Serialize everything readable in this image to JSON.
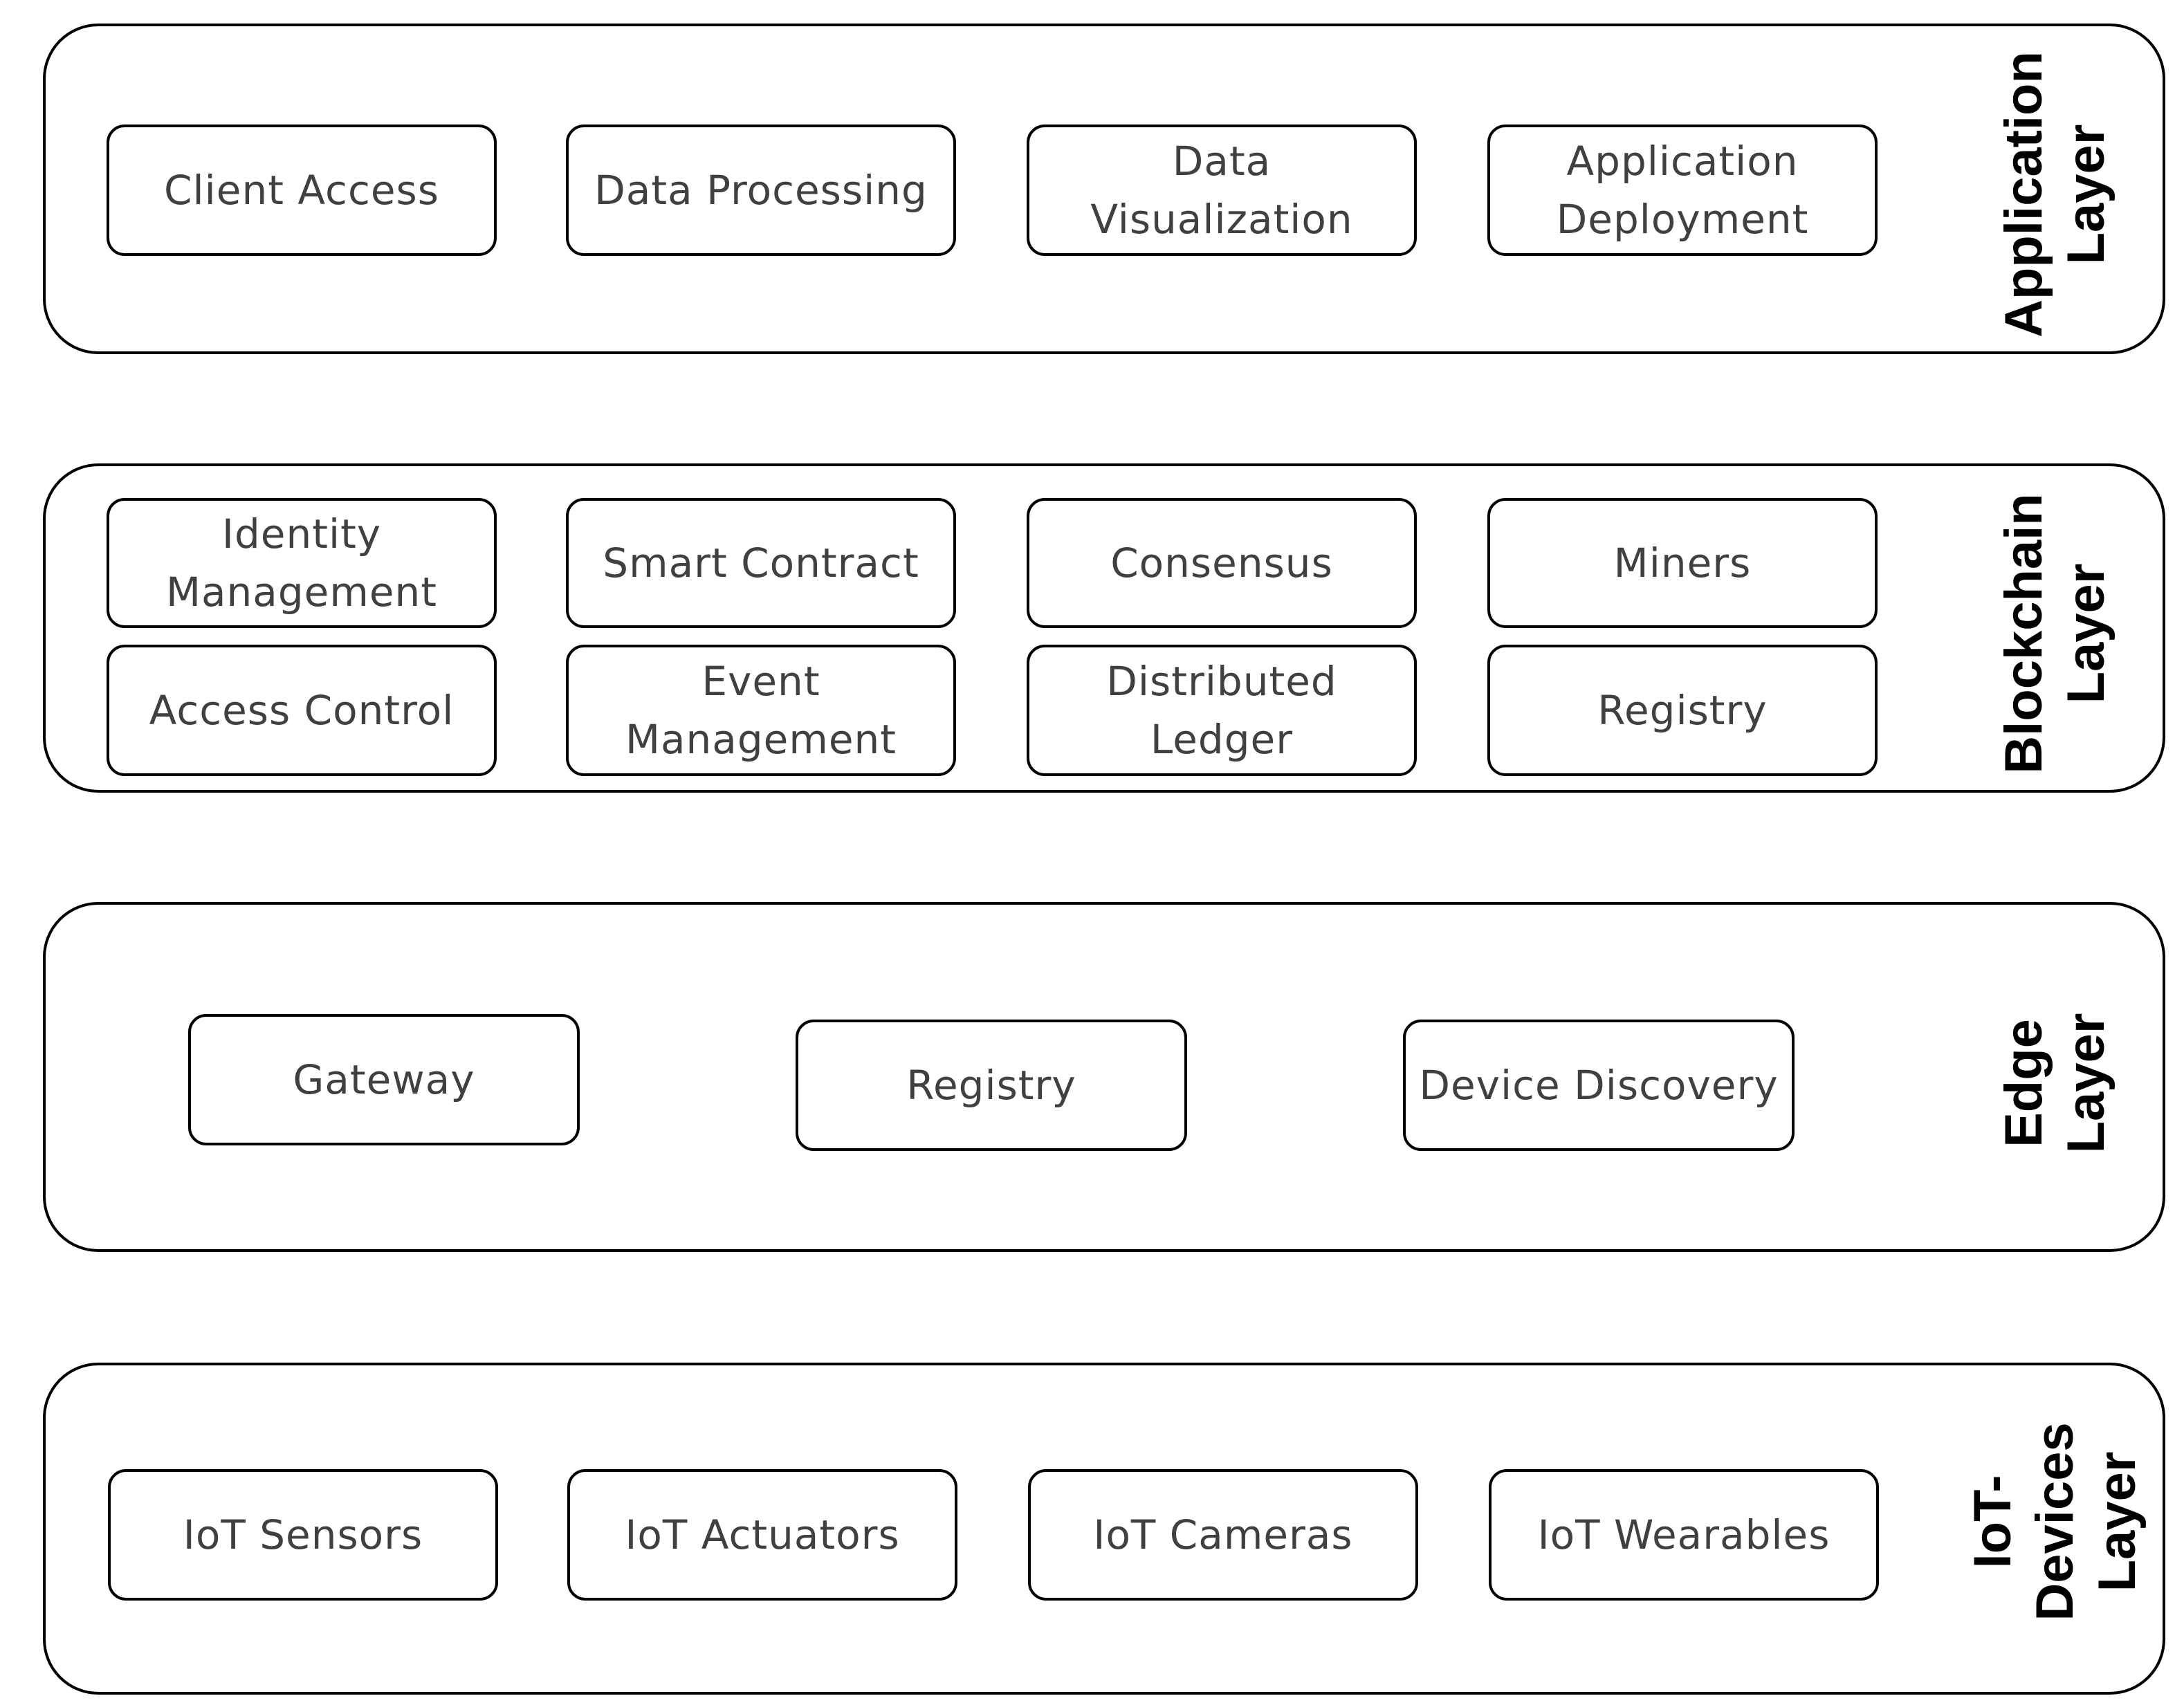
{
  "layers": [
    {
      "label": "Application\nLayer",
      "components": [
        "Client Access",
        "Data Processing",
        "Data\nVisualization",
        "Application\nDeployment"
      ]
    },
    {
      "label": "Blockchain\nLayer",
      "components": [
        "Identity\nManagement",
        "Smart Contract",
        "Consensus",
        "Miners",
        "Access Control",
        "Event\nManagement",
        "Distributed\nLedger",
        "Registry"
      ]
    },
    {
      "label": "Edge\nLayer",
      "components": [
        "Gateway",
        "Registry",
        "Device Discovery"
      ]
    },
    {
      "label": "IoT-Devices\nLayer",
      "components": [
        "IoT Sensors",
        "IoT Actuators",
        "IoT Cameras",
        "IoT Wearables"
      ]
    }
  ]
}
